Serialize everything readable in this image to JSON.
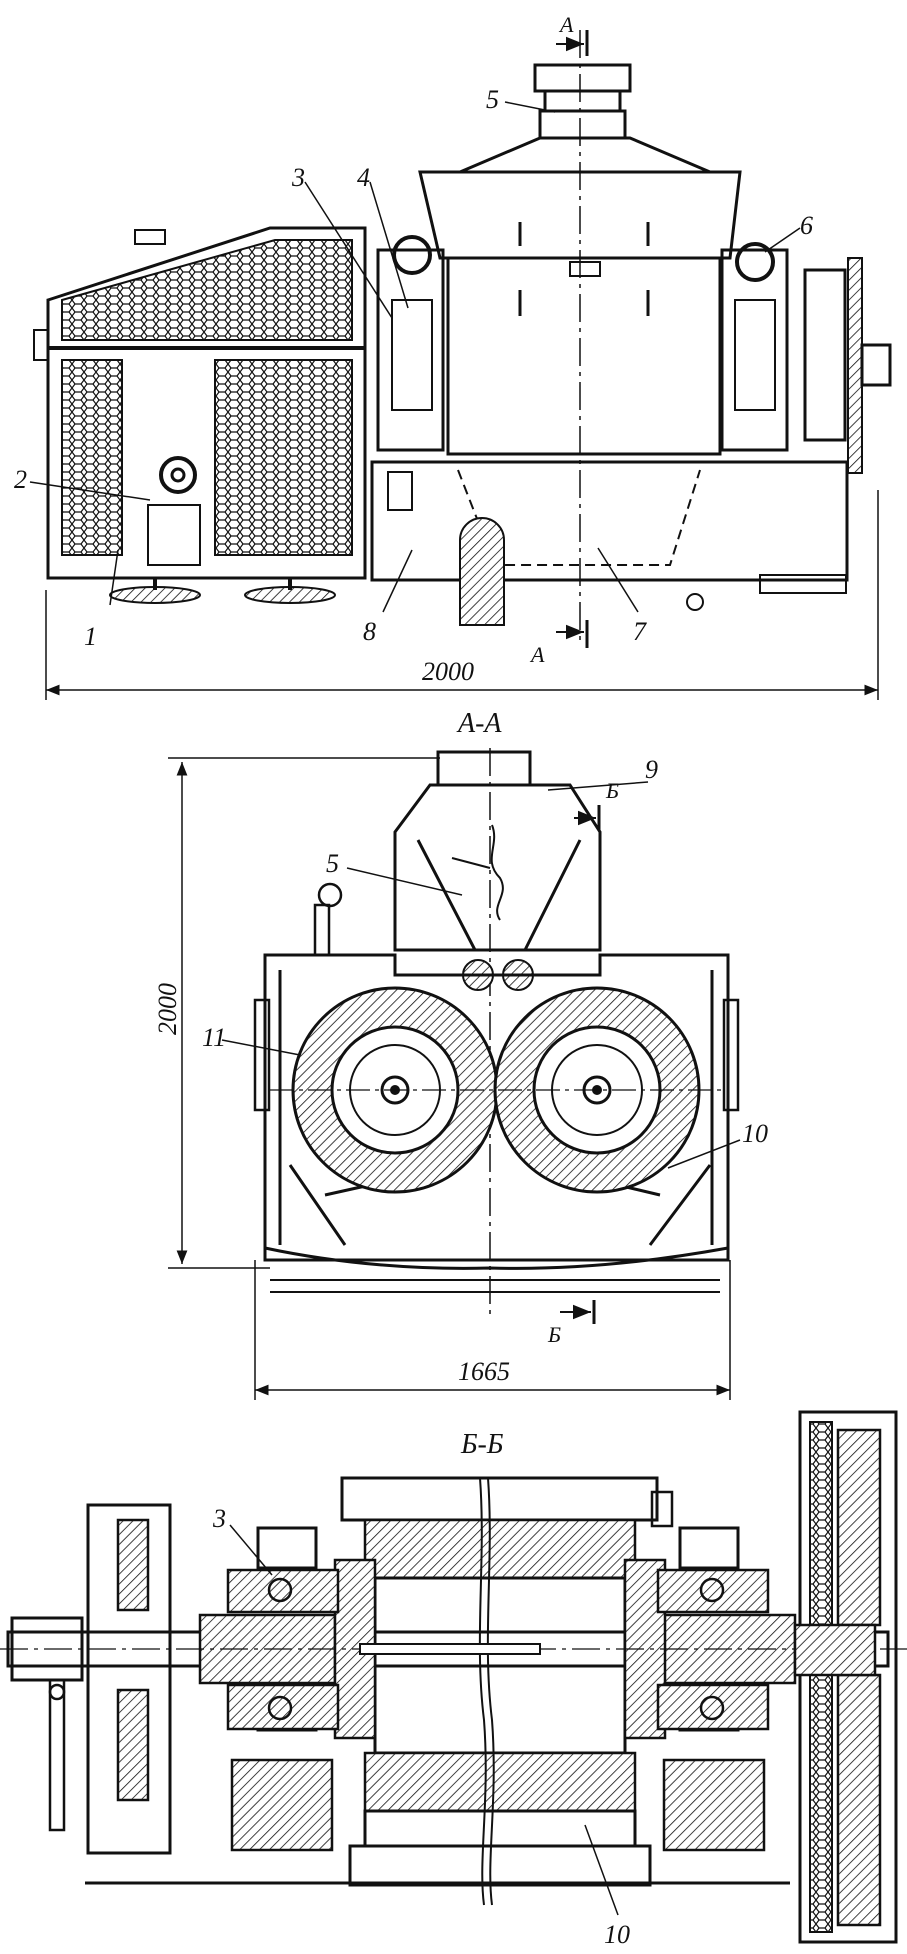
{
  "views": {
    "side": {
      "section_marker": "А",
      "callouts": [
        "1",
        "2",
        "3",
        "4",
        "5",
        "6",
        "7",
        "8"
      ],
      "dimension": "2000"
    },
    "section_aa": {
      "title": "А-А",
      "section_marker": "Б",
      "callouts": [
        "5",
        "9",
        "10",
        "11"
      ],
      "height_dimension": "2000",
      "width_dimension": "1665"
    },
    "section_bb": {
      "title": "Б-Б",
      "callouts": [
        "3",
        "10"
      ]
    }
  }
}
